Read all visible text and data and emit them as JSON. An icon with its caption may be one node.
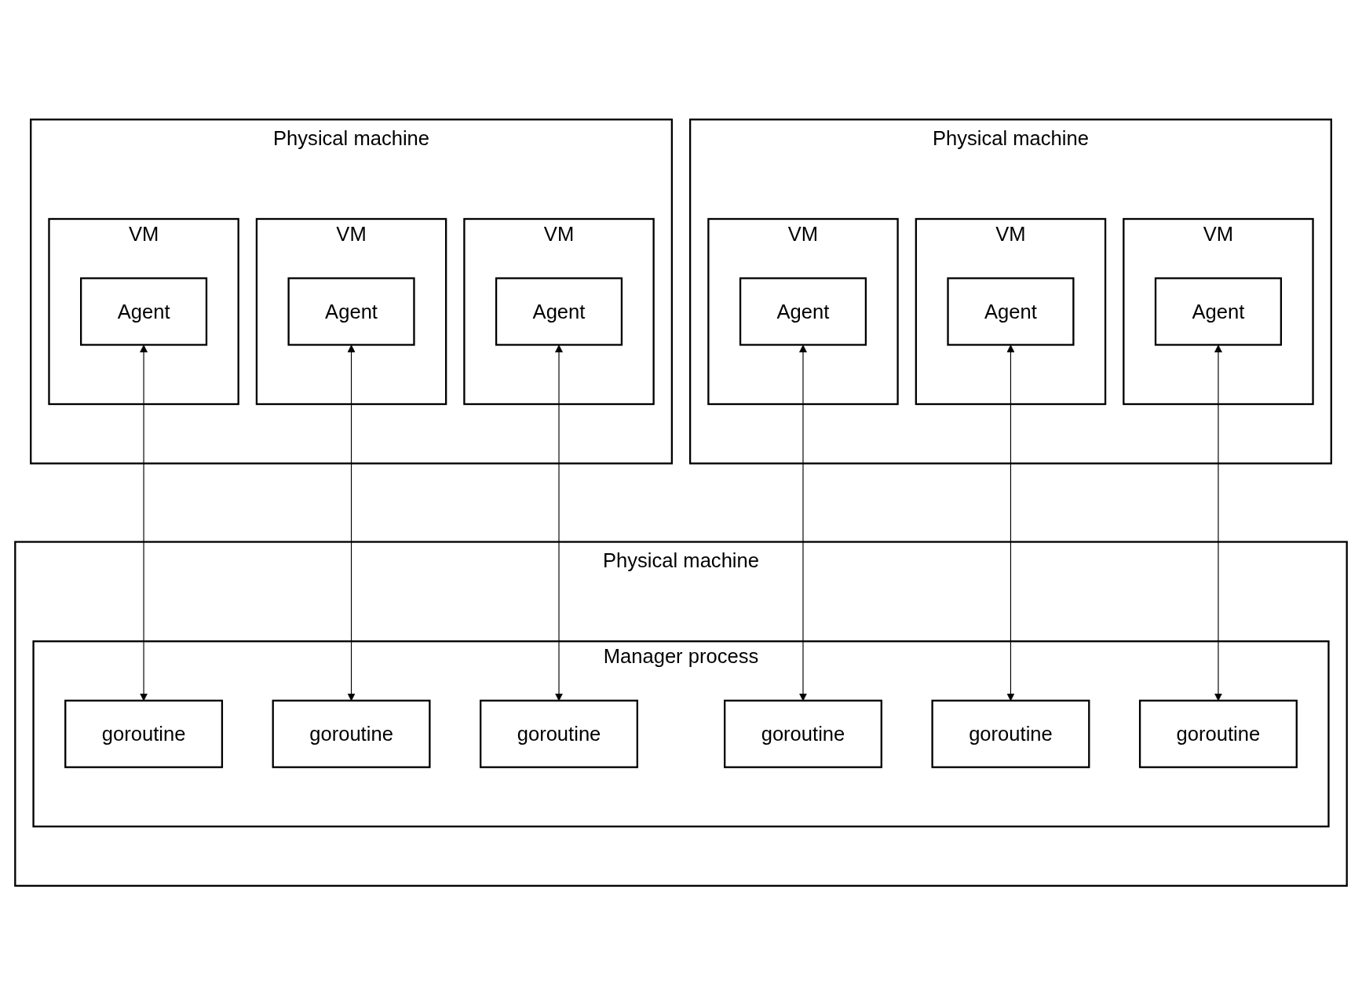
{
  "diagram": {
    "nodes": [
      {
        "text": [
          "Physical machine"
        ]
      },
      {
        "text": [
          "VM"
        ],
        "in": 0
      },
      {
        "text": [
          "Agent"
        ],
        "in": 1
      },
      {
        "text": [
          "VM"
        ],
        "in": 0
      },
      {
        "text": [
          "Agent"
        ],
        "in": 3
      },
      {
        "text": [
          "VM"
        ],
        "in": 0
      },
      {
        "text": [
          "Agent"
        ],
        "in": 5
      },
      {
        "text": [
          "Physical machine"
        ]
      },
      {
        "text": [
          "VM"
        ],
        "in": 7
      },
      {
        "text": [
          "Agent"
        ],
        "in": 8
      },
      {
        "text": [
          "VM"
        ],
        "in": 7
      },
      {
        "text": [
          "Agent"
        ],
        "in": 10
      },
      {
        "text": [
          "VM"
        ],
        "in": 7
      },
      {
        "text": [
          "Agent"
        ],
        "in": 12
      },
      {
        "text": [
          "Physical machine"
        ]
      },
      {
        "text": [
          "Manager process"
        ],
        "in": 14
      },
      {
        "text": [
          "goroutine"
        ],
        "in": 15
      },
      {
        "text": [
          "goroutine"
        ],
        "in": 15
      },
      {
        "text": [
          "goroutine"
        ],
        "in": 15
      },
      {
        "text": [
          "goroutine"
        ],
        "in": 15
      },
      {
        "text": [
          "goroutine"
        ],
        "in": 15
      },
      {
        "text": [
          "goroutine"
        ],
        "in": 15
      }
    ],
    "edges": [
      {
        "from": 2,
        "to": 19,
        "arrow": "both"
      },
      {
        "from": 4,
        "to": 16,
        "arrow": "both"
      },
      {
        "from": 6,
        "to": 20,
        "arrow": "both"
      },
      {
        "from": 9,
        "to": 17,
        "arrow": "both"
      },
      {
        "from": 11,
        "to": 18,
        "arrow": "both"
      },
      {
        "from": 13,
        "to": 21,
        "arrow": "both"
      }
    ]
  }
}
